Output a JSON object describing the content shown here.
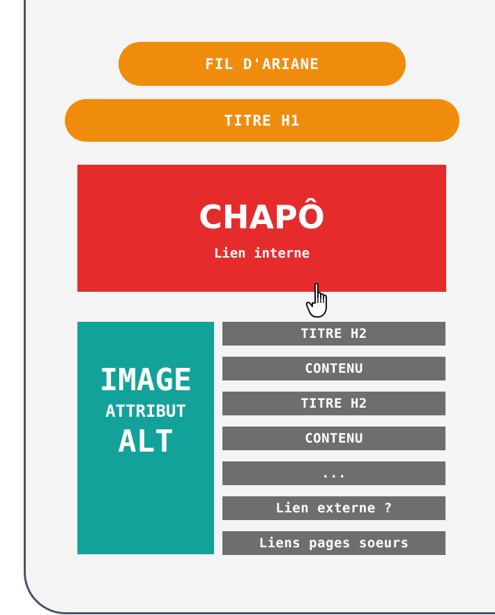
{
  "colors": {
    "orange": "#f08c0c",
    "red": "#e52b2c",
    "teal": "#13a29a",
    "gray": "#6e6e6e",
    "frame_border": "#4a5266"
  },
  "header": {
    "breadcrumb": "FIL D'ARIANE",
    "title_h1": "TITRE H1"
  },
  "chapo": {
    "title": "CHAPÔ",
    "link": "Lien interne",
    "cursor_icon": "hand-pointer-icon"
  },
  "image": {
    "line1": "IMAGE",
    "line2": "ATTRIBUT",
    "line3": "ALT"
  },
  "blocks": [
    "TITRE H2",
    "CONTENU",
    "TITRE H2",
    "CONTENU",
    "...",
    "Lien externe ?",
    "Liens pages soeurs"
  ]
}
